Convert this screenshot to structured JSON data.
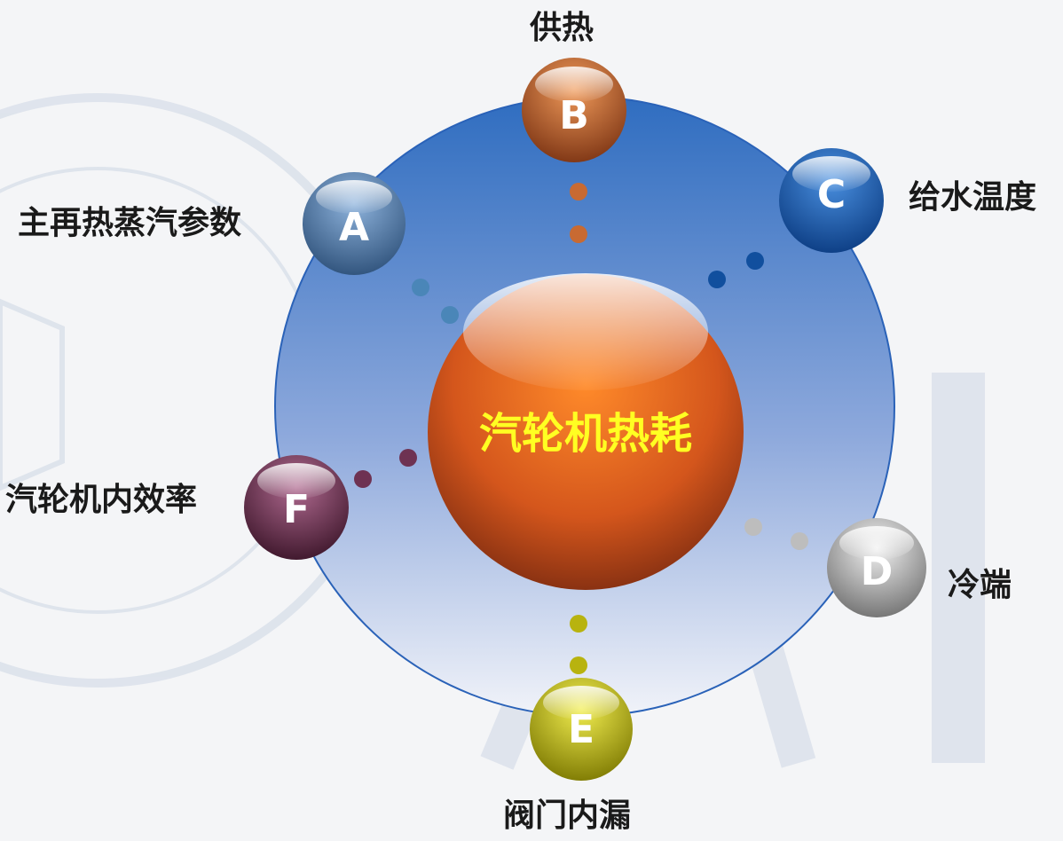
{
  "center": {
    "title": "汽轮机热耗"
  },
  "nodes": [
    {
      "id": "A",
      "letter": "A",
      "label": "主再热蒸汽参数",
      "color": "#4a7ab5"
    },
    {
      "id": "B",
      "letter": "B",
      "label": "供热",
      "color": "#c8642a"
    },
    {
      "id": "C",
      "letter": "C",
      "label": "给水温度",
      "color": "#1f5fb0"
    },
    {
      "id": "D",
      "letter": "D",
      "label": "冷端",
      "color": "#9a9a9a"
    },
    {
      "id": "E",
      "letter": "E",
      "label": "阀门内漏",
      "color": "#c9c410"
    },
    {
      "id": "F",
      "letter": "F",
      "label": "汽轮机内效率",
      "color": "#7a3a5c"
    }
  ],
  "colors": {
    "center_text": "#ffff22",
    "ring_top": "#2f6dc0",
    "ring_bottom": "#eef1f8"
  }
}
